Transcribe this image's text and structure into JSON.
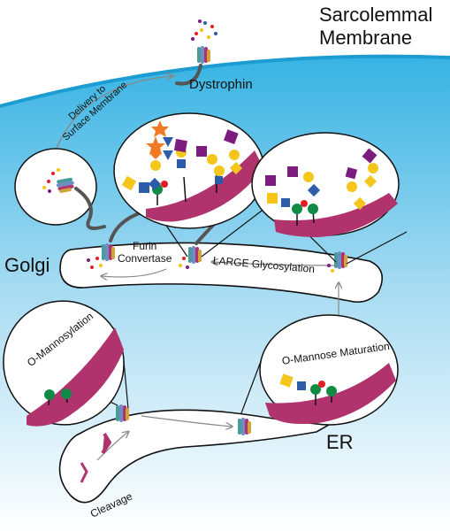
{
  "labels": {
    "title_line1": "Sarcolemmal",
    "title_line2": "Membrane",
    "golgi": "Golgi",
    "er": "ER",
    "dystrophin": "Dystrophin",
    "furin_line1": "Furin",
    "furin_line2": "Convertase",
    "large": "LARGE Glycosylation",
    "o_mannosylation": "O-Mannosylation",
    "o_mannose_maturation": "O-Mannose Maturation",
    "cleavage": "Cleavage",
    "delivery_line1": "Delivery to",
    "delivery_line2": "Surface Membrane"
  },
  "colors": {
    "membrane": "#1fa9d8",
    "cytoplasm_top": "#36b3e3",
    "cytoplasm_bottom": "#ffffff",
    "sugar_green": "#0f8b45",
    "sugar_yellow": "#f4c51b",
    "sugar_blue": "#2d5da8",
    "sugar_purple": "#7c1c7f",
    "sugar_red": "#e31e24",
    "sugar_orange": "#f07a23",
    "protein_magenta": "#b0336e"
  }
}
